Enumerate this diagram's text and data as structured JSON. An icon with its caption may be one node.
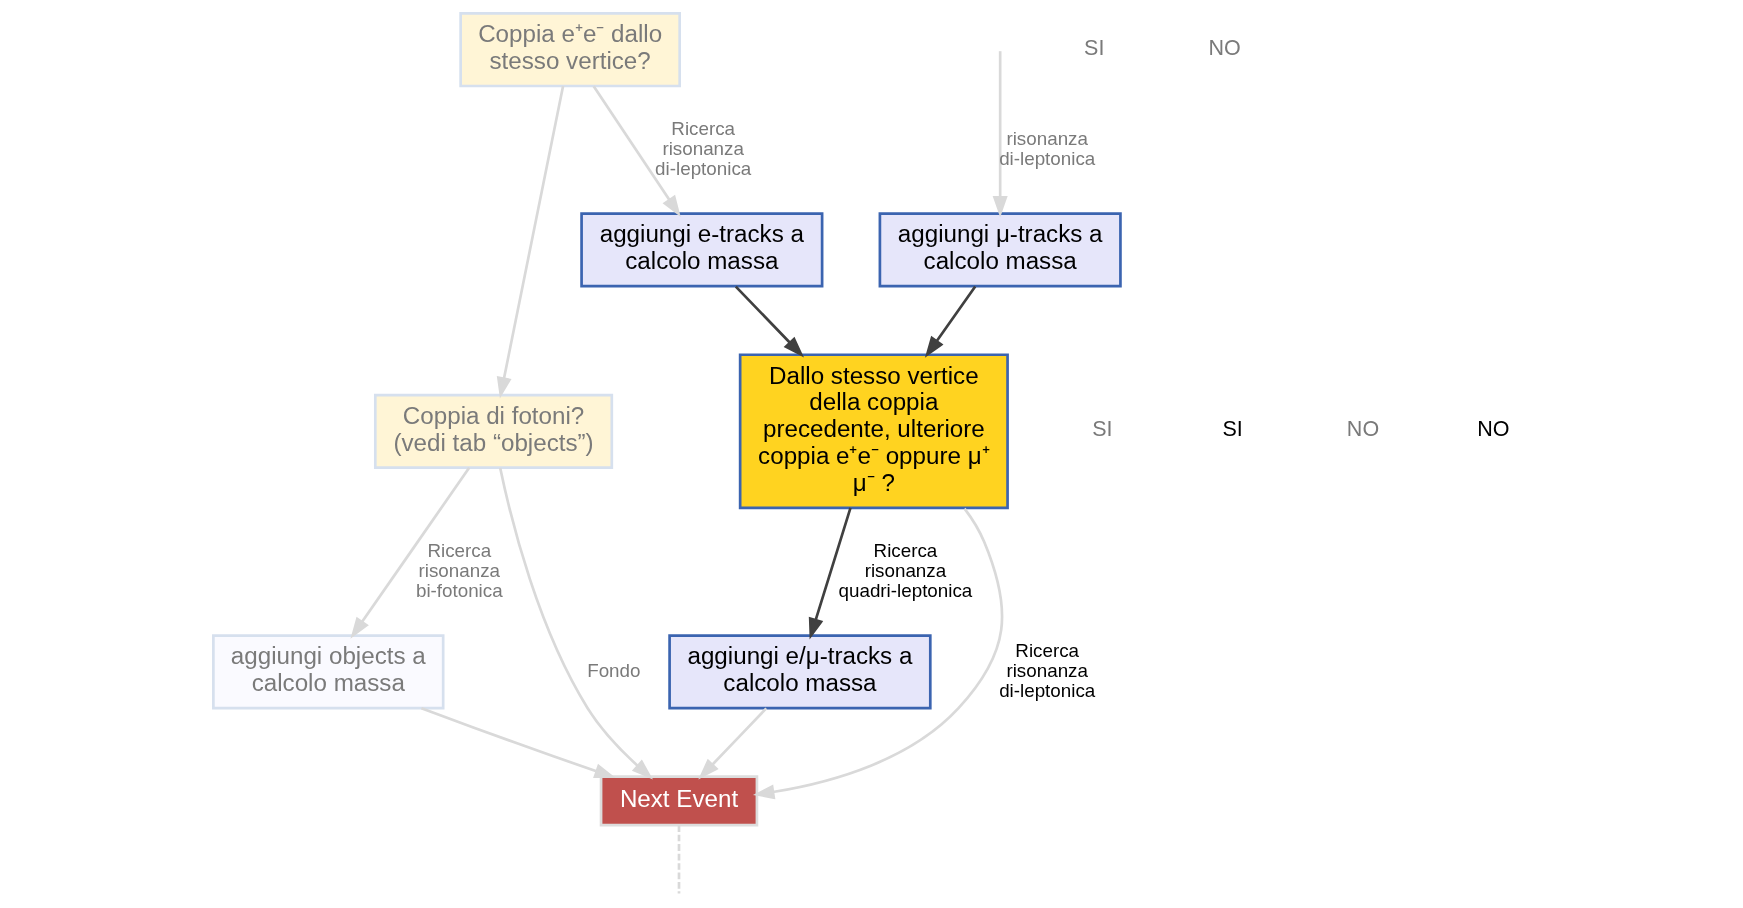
{
  "diagram": {
    "nodes": [
      {
        "text": [
          "Coppia e⁺e⁻ dallo stesso vertice?"
        ]
      },
      {
        "text": [
          "aggiungi μ-tracks a calcolo massa"
        ]
      },
      {
        "text": [
          "aggiungi e-tracks a calcolo massa"
        ]
      },
      {
        "text": [
          "Dallo stesso vertice della coppia precedente, ulteriore coppia e⁺e⁻ oppure μ⁺ μ⁻ ?"
        ]
      },
      {
        "text": [
          "aggiungi e/μ-tracks a calcolo massa"
        ]
      },
      {
        "text": [
          "Coppia di fotoni?",
          "(vedi tab “objects”)"
        ]
      },
      {
        "text": [
          "aggiungi objects a calcolo massa"
        ]
      },
      {
        "text": [
          "Next Event"
        ]
      }
    ],
    "edges": [
      {
        "from": null,
        "to": 1,
        "arrow": "to",
        "label": "risonanza di-leptonica"
      },
      {
        "from": 0,
        "to": 2,
        "arrow": "to",
        "label": "Ricerca risonanza di-leptonica"
      },
      {
        "from": 0,
        "to": 5,
        "arrow": "to"
      },
      {
        "from": 1,
        "to": 3,
        "arrow": "to",
        "color": "#404040"
      },
      {
        "from": 2,
        "to": 3,
        "arrow": "to",
        "color": "#404040"
      },
      {
        "from": 3,
        "to": 4,
        "arrow": "to",
        "label": "Ricerca risonanza quadri-leptonica",
        "color": "#404040"
      },
      {
        "from": 3,
        "to": 7,
        "arrow": "to",
        "label": "Ricerca risonanza di-leptonica"
      },
      {
        "from": 4,
        "to": 7,
        "arrow": "to"
      },
      {
        "from": 5,
        "to": 6,
        "arrow": "to",
        "label": "Ricerca risonanza bi-fotonica"
      },
      {
        "from": 5,
        "to": 7,
        "arrow": "to",
        "label": "Fondo"
      },
      {
        "from": 6,
        "to": 7,
        "arrow": "to"
      },
      {
        "from": 7,
        "to": null,
        "arrow": "none",
        "style": "dashed"
      }
    ],
    "labels": [
      "SI",
      "NO",
      "SI",
      "SI",
      "NO",
      "NO"
    ]
  }
}
